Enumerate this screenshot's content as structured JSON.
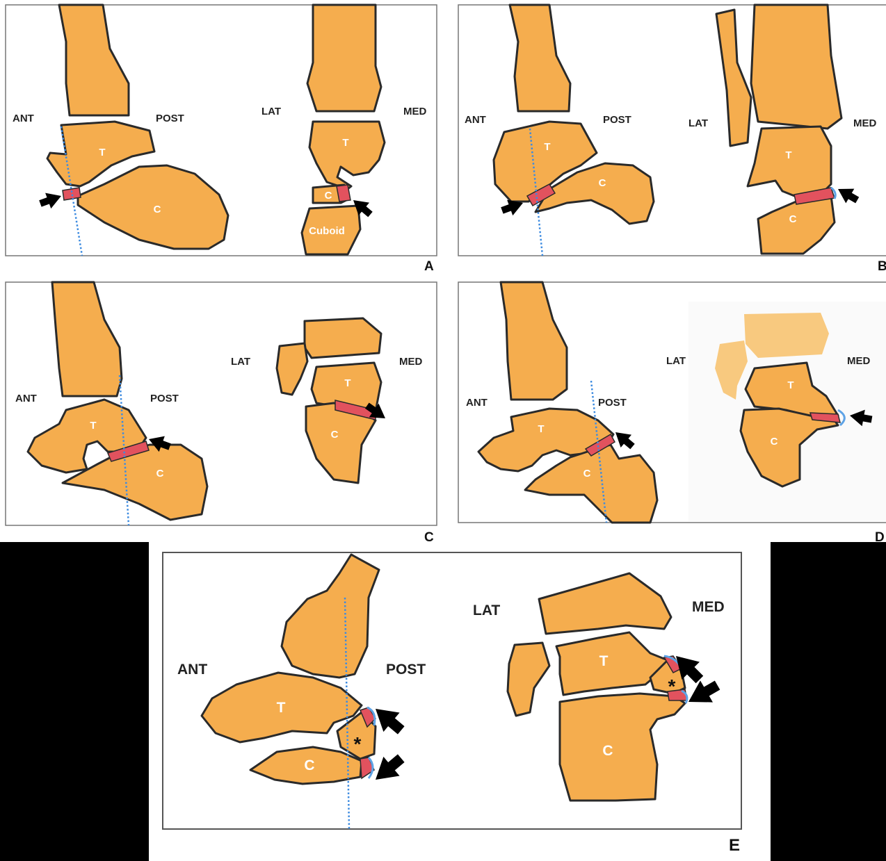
{
  "panels": {
    "a": {
      "letter": "A",
      "ant": "ANT",
      "post": "POST",
      "lat": "LAT",
      "med": "MED",
      "talus": "T",
      "calcaneus": "C",
      "calcaneus_coronal": "C",
      "cuboid": "Cuboid"
    },
    "b": {
      "letter": "B",
      "ant": "ANT",
      "post": "POST",
      "lat": "LAT",
      "med": "MED",
      "talus": "T",
      "calcaneus": "C",
      "talus_coronal": "T",
      "calcaneus_coronal": "C"
    },
    "c": {
      "letter": "C",
      "ant": "ANT",
      "post": "POST",
      "lat": "LAT",
      "med": "MED",
      "talus": "T",
      "calcaneus": "C",
      "talus_coronal": "T",
      "calcaneus_coronal": "C"
    },
    "d": {
      "letter": "D",
      "ant": "ANT",
      "post": "POST",
      "lat": "LAT",
      "med": "MED",
      "talus": "T",
      "calcaneus": "C",
      "talus_coronal": "T",
      "calcaneus_coronal": "C"
    },
    "e": {
      "letter": "E",
      "ant": "ANT",
      "post": "POST",
      "lat": "LAT",
      "med": "MED",
      "talus": "T",
      "calcaneus": "C",
      "talus_coronal": "T",
      "calcaneus_coronal": "C",
      "accessory_marker": "*",
      "accessory_marker_coronal": "*"
    }
  },
  "colors": {
    "bone": "#f5ad4e",
    "coalition_bar": "#e2525e",
    "axis_line": "#3d8be0",
    "outline": "#2a2a2a"
  }
}
